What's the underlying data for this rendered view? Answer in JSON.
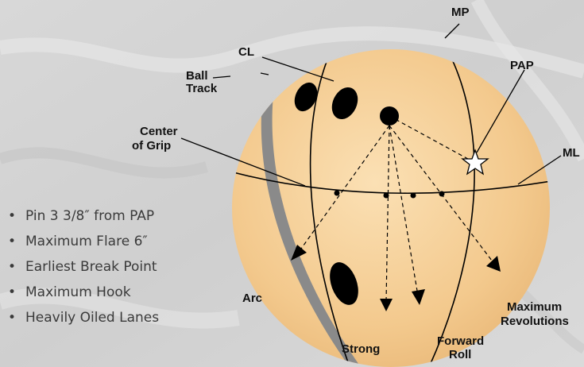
{
  "labels": {
    "mp": "MP",
    "cl": "CL",
    "pap": "PAP",
    "ball_track_1": "Ball",
    "ball_track_2": "Track",
    "center_grip_1": "Center",
    "center_grip_2": "of Grip",
    "ml": "ML",
    "arc": "Arc",
    "strong": "Strong",
    "forward_roll_1": "Forward",
    "forward_roll_2": "Roll",
    "max_rev_1": "Maximum",
    "max_rev_2": "Revolutions"
  },
  "bullets": [
    "Pin 3 3/8″ from PAP",
    "Maximum Flare 6″",
    "Earliest Break Point",
    "Maximum Hook",
    "Heavily Oiled Lanes"
  ],
  "colors": {
    "ball": "#f3c98d",
    "track": "#8a8a8a",
    "background": "#d4d4d4"
  },
  "icons": {
    "bullet": "bullet-dot",
    "pap_marker": "star-icon",
    "finger_holes": "finger-hole-icon",
    "thumb_hole": "thumb-hole-icon"
  }
}
